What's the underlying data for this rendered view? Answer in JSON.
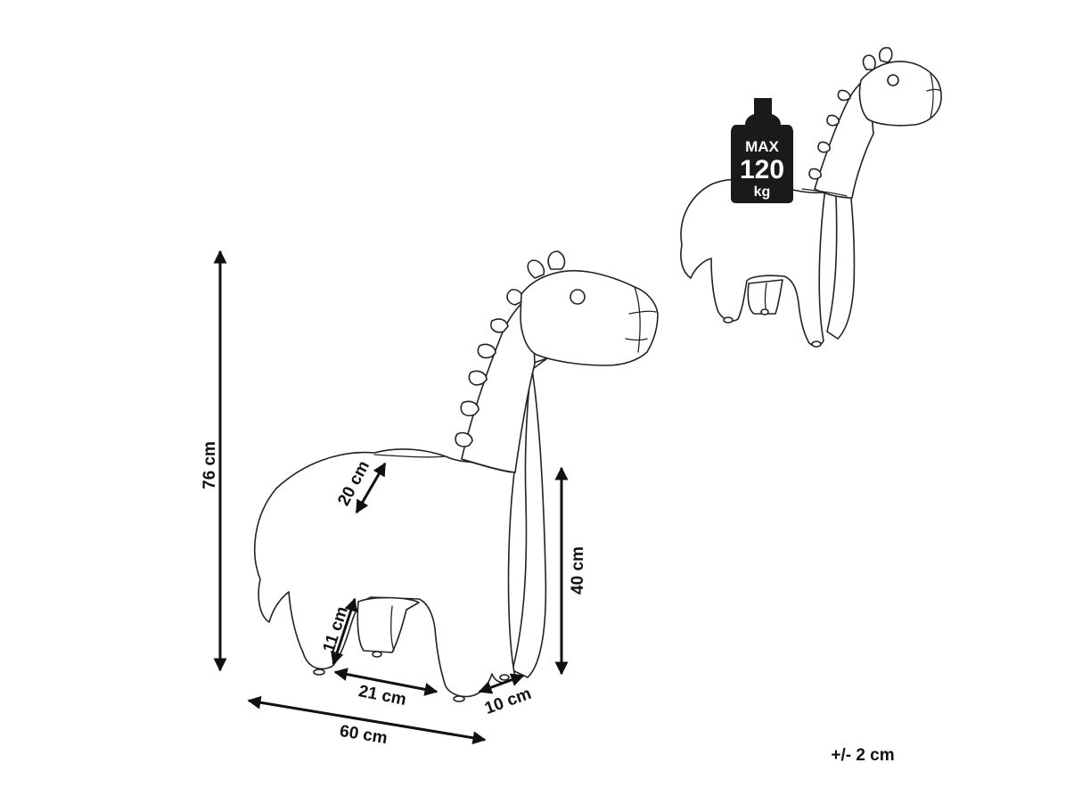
{
  "dimensions": {
    "height_total": "76 cm",
    "back_depth": "20 cm",
    "seat_height": "40 cm",
    "leg_gap_height": "11 cm",
    "leg_gap_width": "21 cm",
    "leg_width": "10 cm",
    "total_length": "60 cm",
    "tolerance": "+/- 2 cm"
  },
  "weight_badge": {
    "line1": "MAX",
    "line2": "120",
    "line3": "kg"
  },
  "icons": [
    "dinosaur-stool-outline",
    "weight-icon"
  ]
}
